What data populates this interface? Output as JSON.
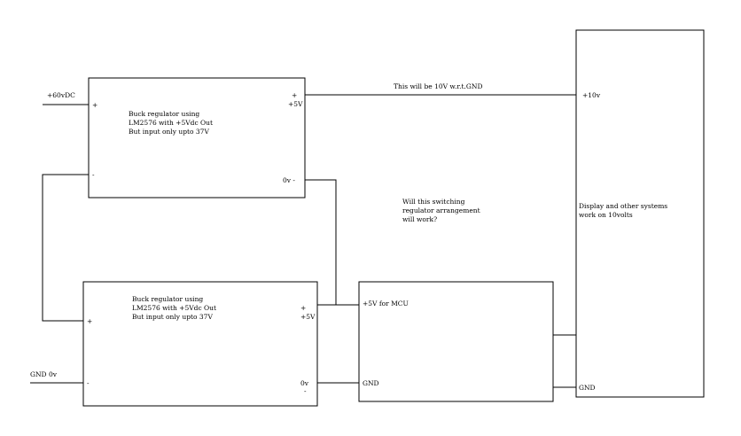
{
  "colors": {
    "background": "#ffffff",
    "line": "#000000",
    "text": "#000000"
  },
  "top_regulator": {
    "input_label": "+60vDC",
    "plus_in": "+",
    "minus_in": "-",
    "desc_line1": "Buck regulator using",
    "desc_line2": "LM2576 with +5Vdc Out",
    "desc_line3": "But input only upto 37V",
    "plus_out": "+",
    "out_5v": "+5V",
    "out_0v": "0v -"
  },
  "top_wire_note": "This will be 10V w.r.t.GND",
  "question": {
    "line1": "Will this switching",
    "line2": "regulator arrangement",
    "line3": "will work?"
  },
  "display": {
    "plus10v": "+10v",
    "desc_line1": "Display and other systems",
    "desc_line2": "work on 10volts",
    "gnd": "GND"
  },
  "bottom_regulator": {
    "gnd_label": "GND 0v",
    "plus_in": "+",
    "minus_in": "-",
    "desc_line1": "Buck regulator using",
    "desc_line2": "LM2576 with +5Vdc Out",
    "desc_line3": "But input only upto 37V",
    "plus_out": "+",
    "out_5v": "+5V",
    "out_0v": "0v",
    "minus_out": "-"
  },
  "mcu": {
    "plus5v": "+5V for MCU",
    "gnd": "GND"
  }
}
